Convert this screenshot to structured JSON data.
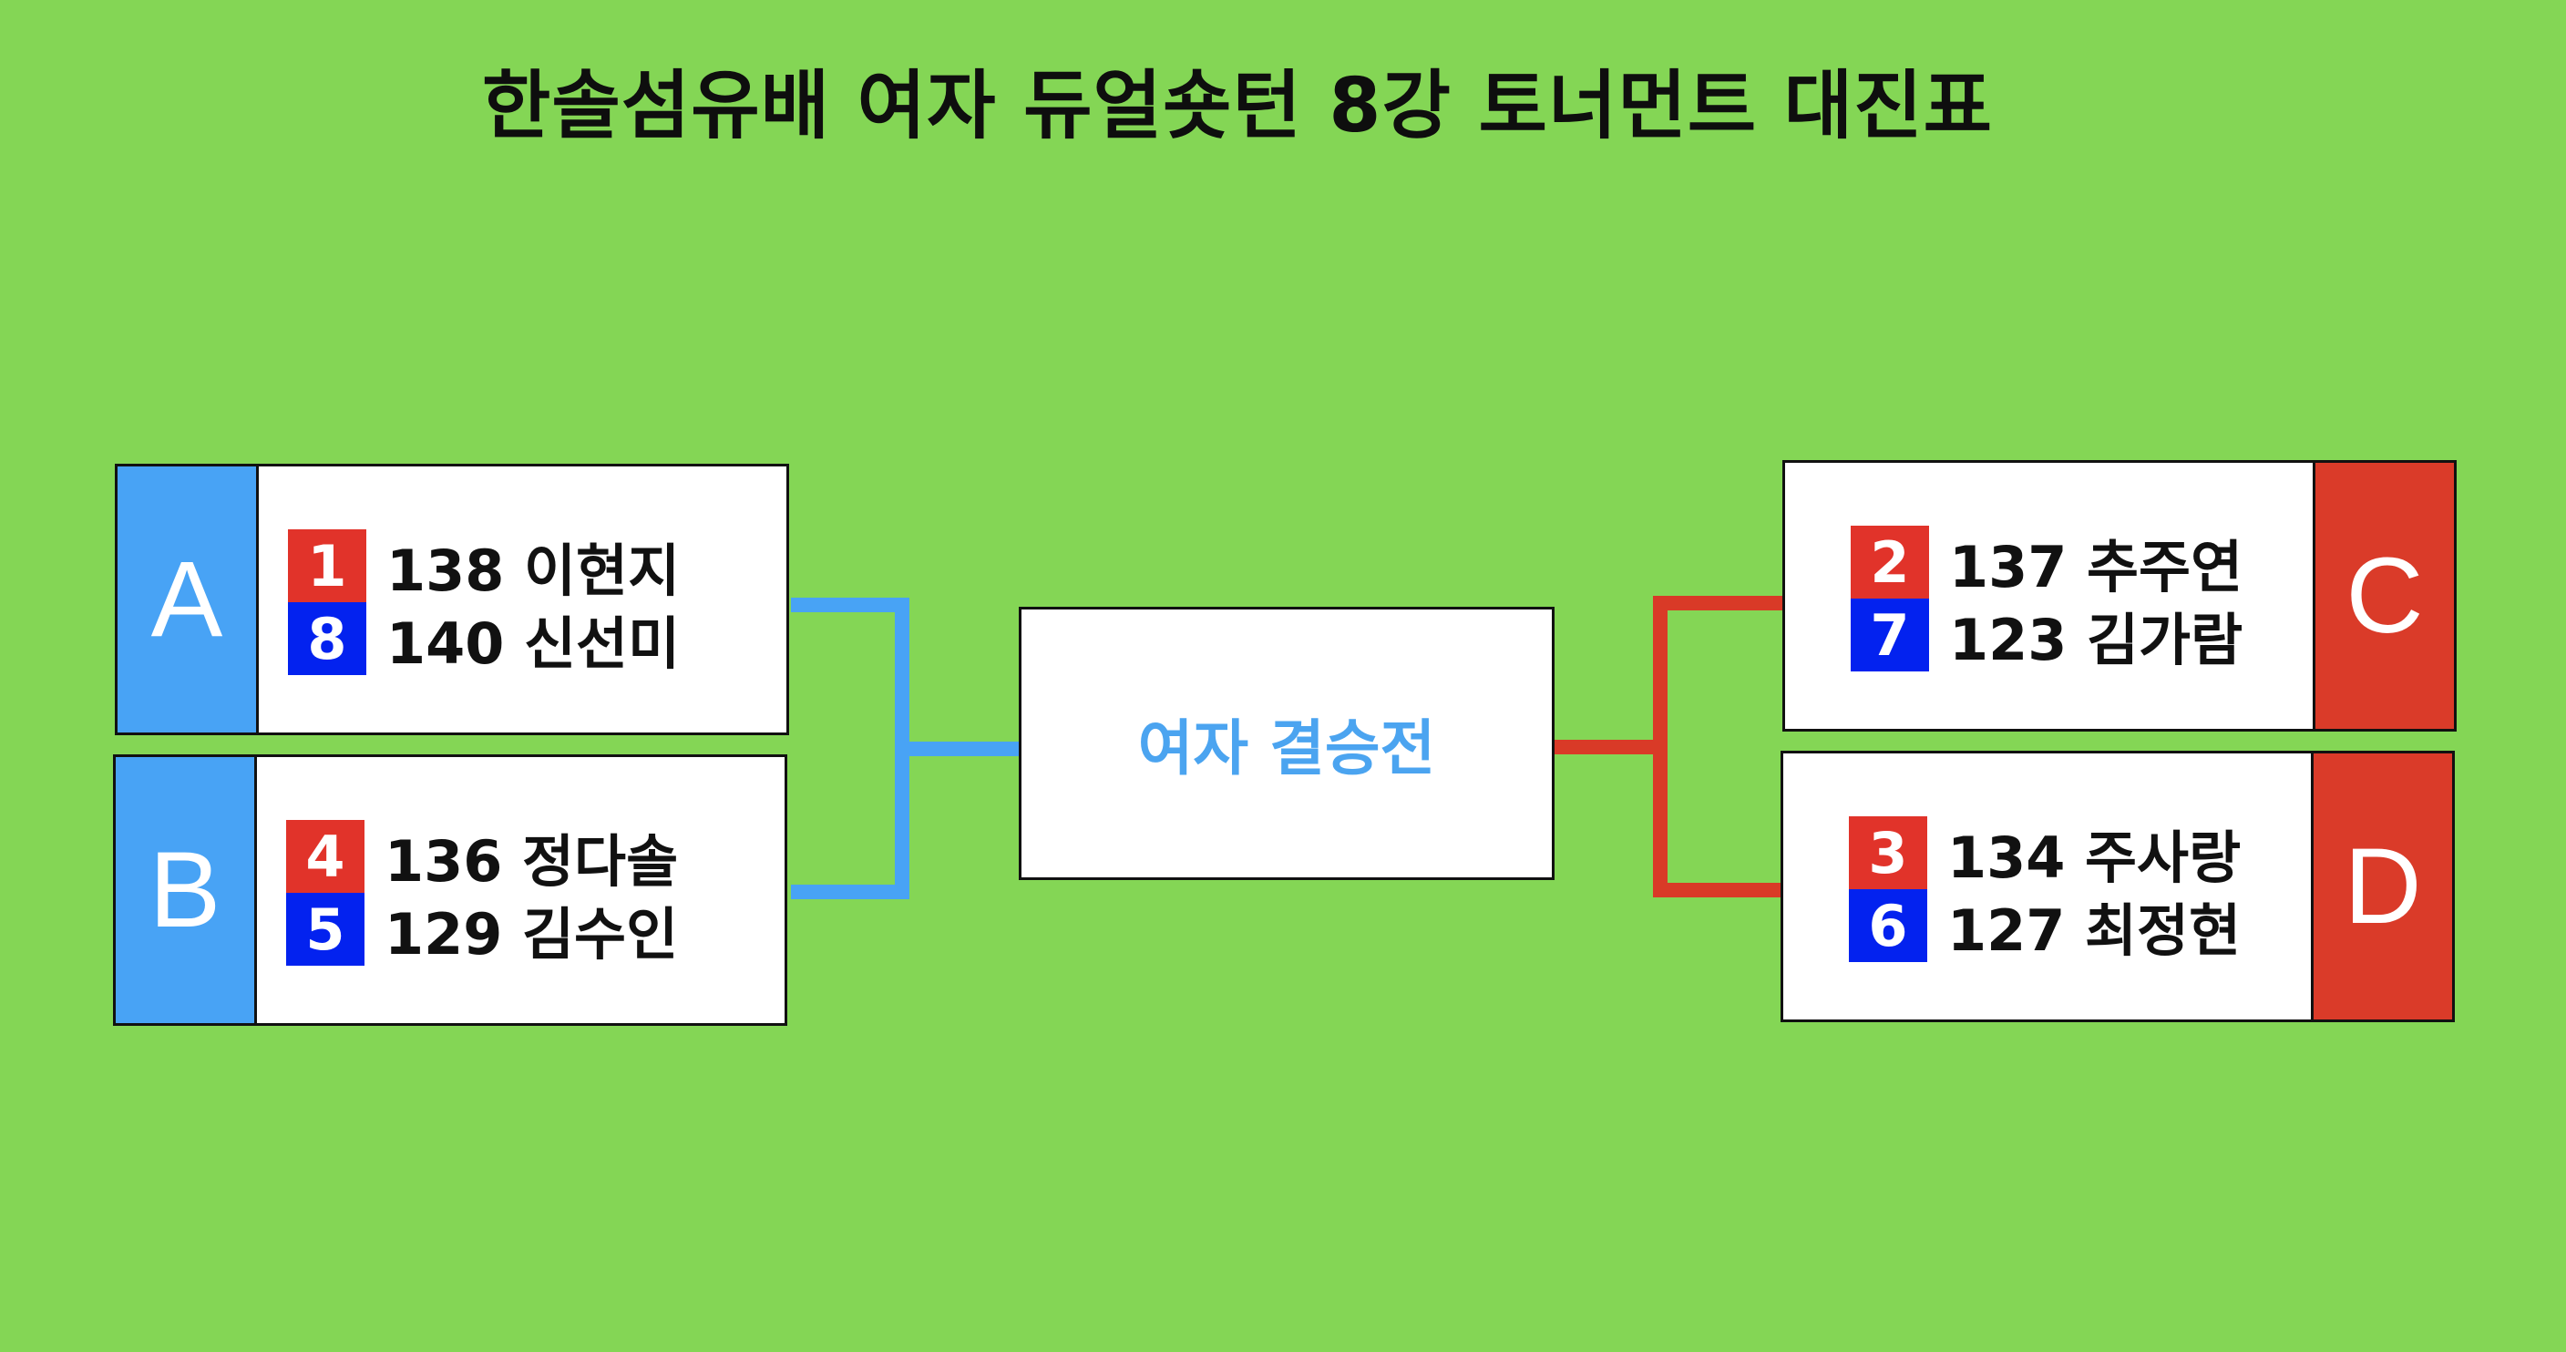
{
  "title": "한솔섬유배 여자 듀얼숏턴 8강 토너먼트 대진표",
  "colors": {
    "background": "#84d655",
    "left_accent": "#48a3f5",
    "right_accent": "#da3b29",
    "seed_red": "#e1332a",
    "seed_blue": "#0322ef",
    "final_text": "#4ba4f0"
  },
  "groups": {
    "A": {
      "tag": "A",
      "top": {
        "seed": "1",
        "player": "138 이현지"
      },
      "bottom": {
        "seed": "8",
        "player": "140 신선미"
      }
    },
    "B": {
      "tag": "B",
      "top": {
        "seed": "4",
        "player": "136 정다솔"
      },
      "bottom": {
        "seed": "5",
        "player": "129 김수인"
      }
    },
    "C": {
      "tag": "C",
      "top": {
        "seed": "2",
        "player": "137 추주연"
      },
      "bottom": {
        "seed": "7",
        "player": "123 김가람"
      }
    },
    "D": {
      "tag": "D",
      "top": {
        "seed": "3",
        "player": "134 주사랑"
      },
      "bottom": {
        "seed": "6",
        "player": "127 최정현"
      }
    }
  },
  "final": {
    "label": "여자 결승전"
  }
}
